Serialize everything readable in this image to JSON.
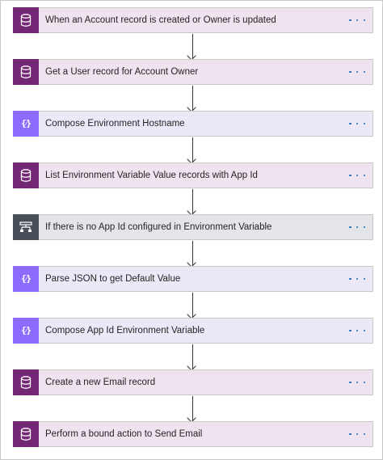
{
  "steps": [
    {
      "label": "When an Account record is created or Owner is updated",
      "kind": "dataverse",
      "icon": "database-icon"
    },
    {
      "label": "Get a User record for Account Owner",
      "kind": "dataverse",
      "icon": "database-icon"
    },
    {
      "label": "Compose Environment Hostname",
      "kind": "operation",
      "icon": "compose-icon"
    },
    {
      "label": "List Environment Variable Value records with App Id",
      "kind": "dataverse",
      "icon": "database-icon"
    },
    {
      "label": "If there is no App Id configured in Environment Variable",
      "kind": "condition",
      "icon": "condition-icon"
    },
    {
      "label": "Parse JSON to get Default Value",
      "kind": "operation",
      "icon": "compose-icon"
    },
    {
      "label": "Compose App Id Environment Variable",
      "kind": "operation",
      "icon": "compose-icon"
    },
    {
      "label": "Create a new Email record",
      "kind": "dataverse",
      "icon": "database-icon"
    },
    {
      "label": "Perform a bound action to Send Email",
      "kind": "dataverse",
      "icon": "database-icon"
    }
  ],
  "colors": {
    "dataverse_tile": "#742774",
    "operation_tile": "#8c6cff",
    "condition_tile": "#484f58",
    "more_dots": "#0f6cbd"
  }
}
